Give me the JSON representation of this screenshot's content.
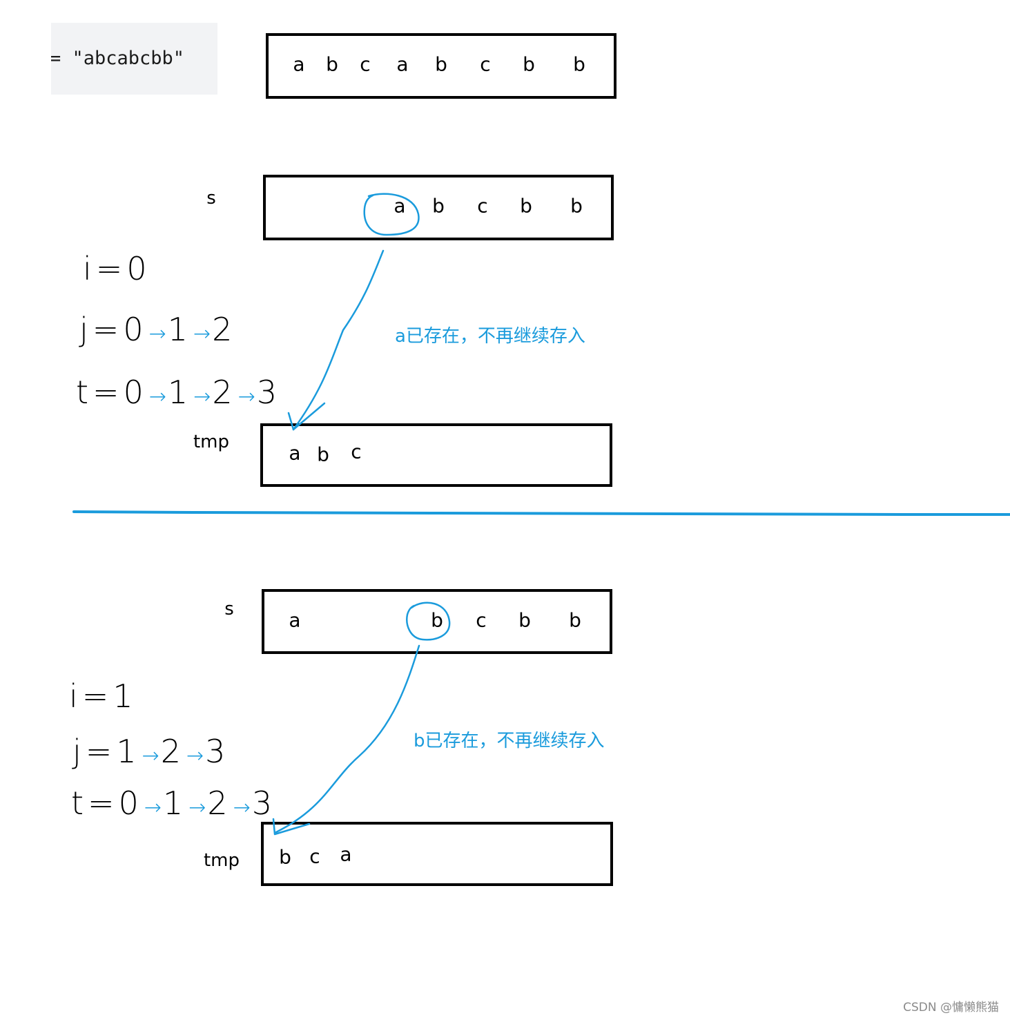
{
  "code_snippet": "= \"abcabcbb\"",
  "top_string": {
    "cells": [
      "a",
      "b",
      "c",
      "a",
      "b",
      "c",
      "b",
      "b"
    ]
  },
  "panel1": {
    "s_label": "s",
    "s_cells": [
      "a",
      "b",
      "c",
      "b",
      "b"
    ],
    "i_line": {
      "lhs": "i=0",
      "steps": []
    },
    "j_line": {
      "lhs": "j=0",
      "steps": [
        "1",
        "2"
      ]
    },
    "t_line": {
      "lhs": "t=0",
      "steps": [
        "1",
        "2",
        "3"
      ]
    },
    "note": "a已存在，不再继续存入",
    "tmp_label": "tmp",
    "tmp_cells": [
      "a",
      "b",
      "c"
    ]
  },
  "panel2": {
    "s_label": "s",
    "s_cells": [
      "a",
      "b",
      "c",
      "b",
      "b"
    ],
    "i_line": {
      "lhs": "i=1",
      "steps": []
    },
    "j_line": {
      "lhs": "j=1",
      "steps": [
        "2",
        "3"
      ]
    },
    "t_line": {
      "lhs": "t=0",
      "steps": [
        "1",
        "2",
        "3"
      ]
    },
    "note": "b已存在，不再继续存入",
    "tmp_label": "tmp",
    "tmp_cells": [
      "b",
      "c",
      "a"
    ]
  },
  "colors": {
    "annotation": "#1a9bdc",
    "box_border": "#000000",
    "code_bg": "#f2f3f5"
  },
  "watermark": "CSDN @慵懒熊猫"
}
